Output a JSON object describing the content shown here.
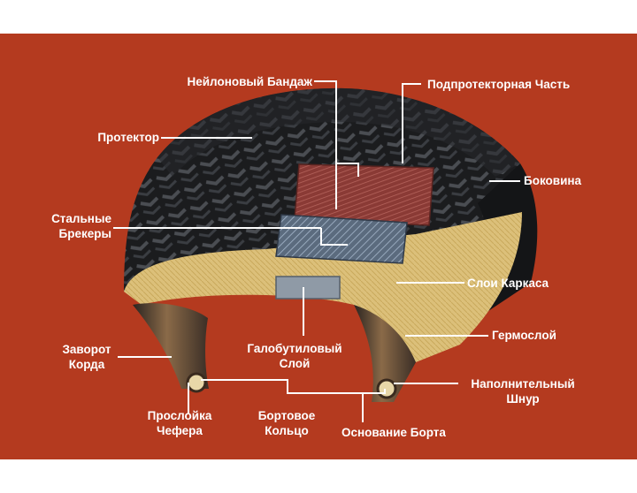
{
  "colors": {
    "background": "#b43a1f",
    "label_text": "#ffffff",
    "leader_line": "#ffffff",
    "tread_rubber": "#1b1c1e",
    "carcass_ply": "#dcc07a",
    "inner_liner": "#7a5a3a",
    "belt_red": "#8a3a35",
    "belt_steel": "#5b6b7e"
  },
  "labels": {
    "nylon_cap": "Нейлоновый Бандаж",
    "undertread": "Подпротекторная Часть",
    "tread": "Протектор",
    "sidewall": "Боковина",
    "steel_belts": [
      "Стальные",
      "Брекеры"
    ],
    "carcass_plies": "Слои Каркаса",
    "inner_liner": "Гермослой",
    "cord_turnup": [
      "Заворот",
      "Корда"
    ],
    "halobutyl_layer": [
      "Галобутиловый",
      "Слой"
    ],
    "bead_filler": [
      "Наполнительный",
      "Шнур"
    ],
    "chafer": [
      "Прослойка",
      "Чефера"
    ],
    "bead_ring": [
      "Бортовое",
      "Кольцо"
    ],
    "bead_base": "Основание Борта"
  }
}
